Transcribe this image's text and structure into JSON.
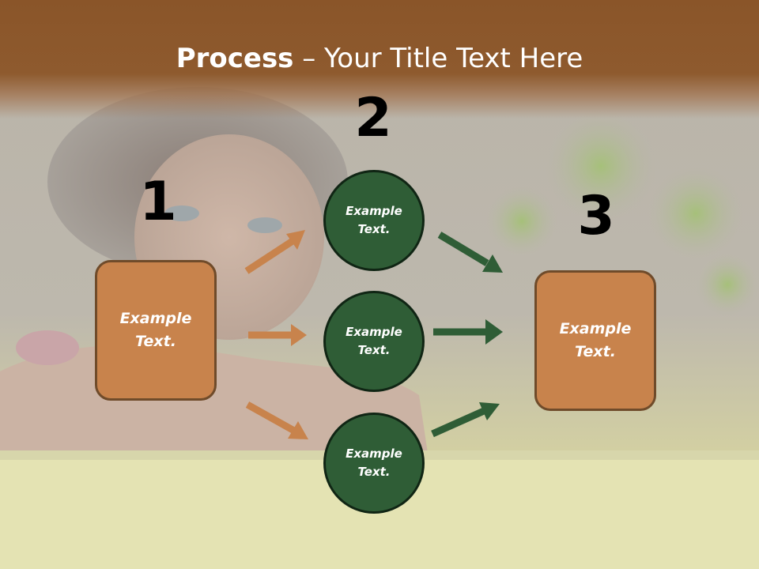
{
  "slide": {
    "title_bold": "Process",
    "title_rest": " – Your Title Text Here",
    "steps": {
      "one": "1",
      "two": "2",
      "three": "3"
    },
    "left_box": "Example\nText.",
    "right_box": "Example\nText.",
    "circles": [
      "Example\nText.",
      "Example\nText.",
      "Example\nText."
    ]
  },
  "colors": {
    "title_band": "#8a5529",
    "box_fill": "#c8834c",
    "circle_fill": "#2f5d36",
    "arrow_orange": "#c8834c",
    "arrow_green": "#2f5d36"
  }
}
